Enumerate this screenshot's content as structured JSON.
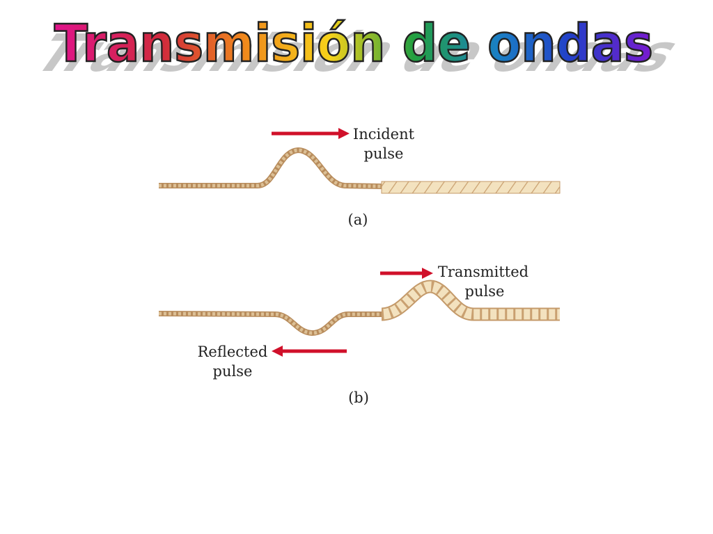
{
  "title": "Transmisión de ondas",
  "panel_a": {
    "arrow_label_line1": "Incident",
    "arrow_label_line2": "pulse",
    "caption": "(a)"
  },
  "panel_b": {
    "transmitted_label_line1": "Transmitted",
    "transmitted_label_line2": "pulse",
    "reflected_label_line1": "Reflected",
    "reflected_label_line2": "pulse",
    "caption": "(b)"
  },
  "colors": {
    "arrow": "#d0102a",
    "thin_rope": "#cfa97a",
    "thick_rope": "#f1ddb6",
    "rope_stripe": "#c49a6a",
    "title_gradient": [
      "#e0148c",
      "#d02a3c",
      "#f08a1c",
      "#f6d21a",
      "#22a040",
      "#1a7fc4",
      "#2240c8",
      "#7a1ad0"
    ]
  }
}
